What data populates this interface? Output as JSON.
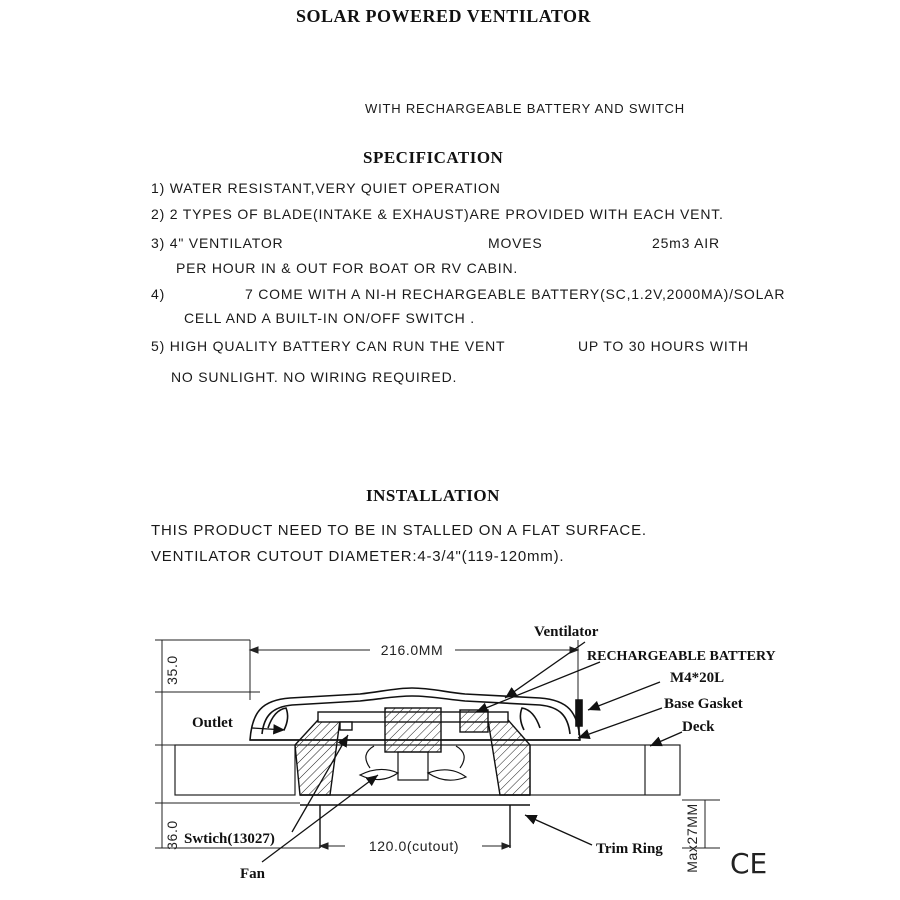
{
  "title": "SOLAR POWERED VENTILATOR",
  "subtitle": "WITH RECHARGEABLE BATTERY AND SWITCH",
  "specification": {
    "heading": "SPECIFICATION",
    "items": [
      {
        "num": "1)",
        "parts": [
          "WATER RESISTANT,VERY QUIET OPERATION"
        ]
      },
      {
        "num": "2)",
        "parts": [
          "2 TYPES OF BLADE(INTAKE & EXHAUST)ARE PROVIDED WITH EACH VENT."
        ]
      },
      {
        "num": "3)",
        "parts": [
          "4\" VENTILATOR",
          "MOVES",
          "25m3  AIR"
        ],
        "cont": "PER HOUR IN & OUT FOR BOAT OR RV CABIN."
      },
      {
        "num": "4)",
        "parts": [
          "7 COME WITH A NI-H RECHARGEABLE BATTERY(SC,1.2V,2000MA)/SOLAR"
        ],
        "cont": "CELL AND A BUILT-IN ON/OFF SWITCH ."
      },
      {
        "num": "5)",
        "parts": [
          "HIGH QUALITY BATTERY CAN RUN THE VENT",
          "UP TO 30 HOURS WITH"
        ],
        "cont": "NO SUNLIGHT. NO WIRING REQUIRED."
      }
    ]
  },
  "installation": {
    "heading": "INSTALLATION",
    "lines": [
      "THIS PRODUCT NEED TO BE IN STALLED ON A FLAT SURFACE.",
      "VENTILATOR CUTOUT DIAMETER:4-3/4\"(119-120mm)."
    ]
  },
  "drawing": {
    "labels": {
      "ventilator": "Ventilator",
      "battery": "RECHARGEABLE BATTERY",
      "screw": "M4*20L",
      "gasket": "Base Gasket",
      "deck": "Deck",
      "outlet": "Outlet",
      "switch": "Swtich(13027)",
      "fan": "Fan",
      "trim_ring": "Trim Ring"
    },
    "dimensions": {
      "width": "216.0MM",
      "top_height": "35.0",
      "bottom_height": "36.0",
      "cutout": "120.0(cutout)",
      "max_depth": "Max27MM"
    },
    "mark": "CE"
  }
}
